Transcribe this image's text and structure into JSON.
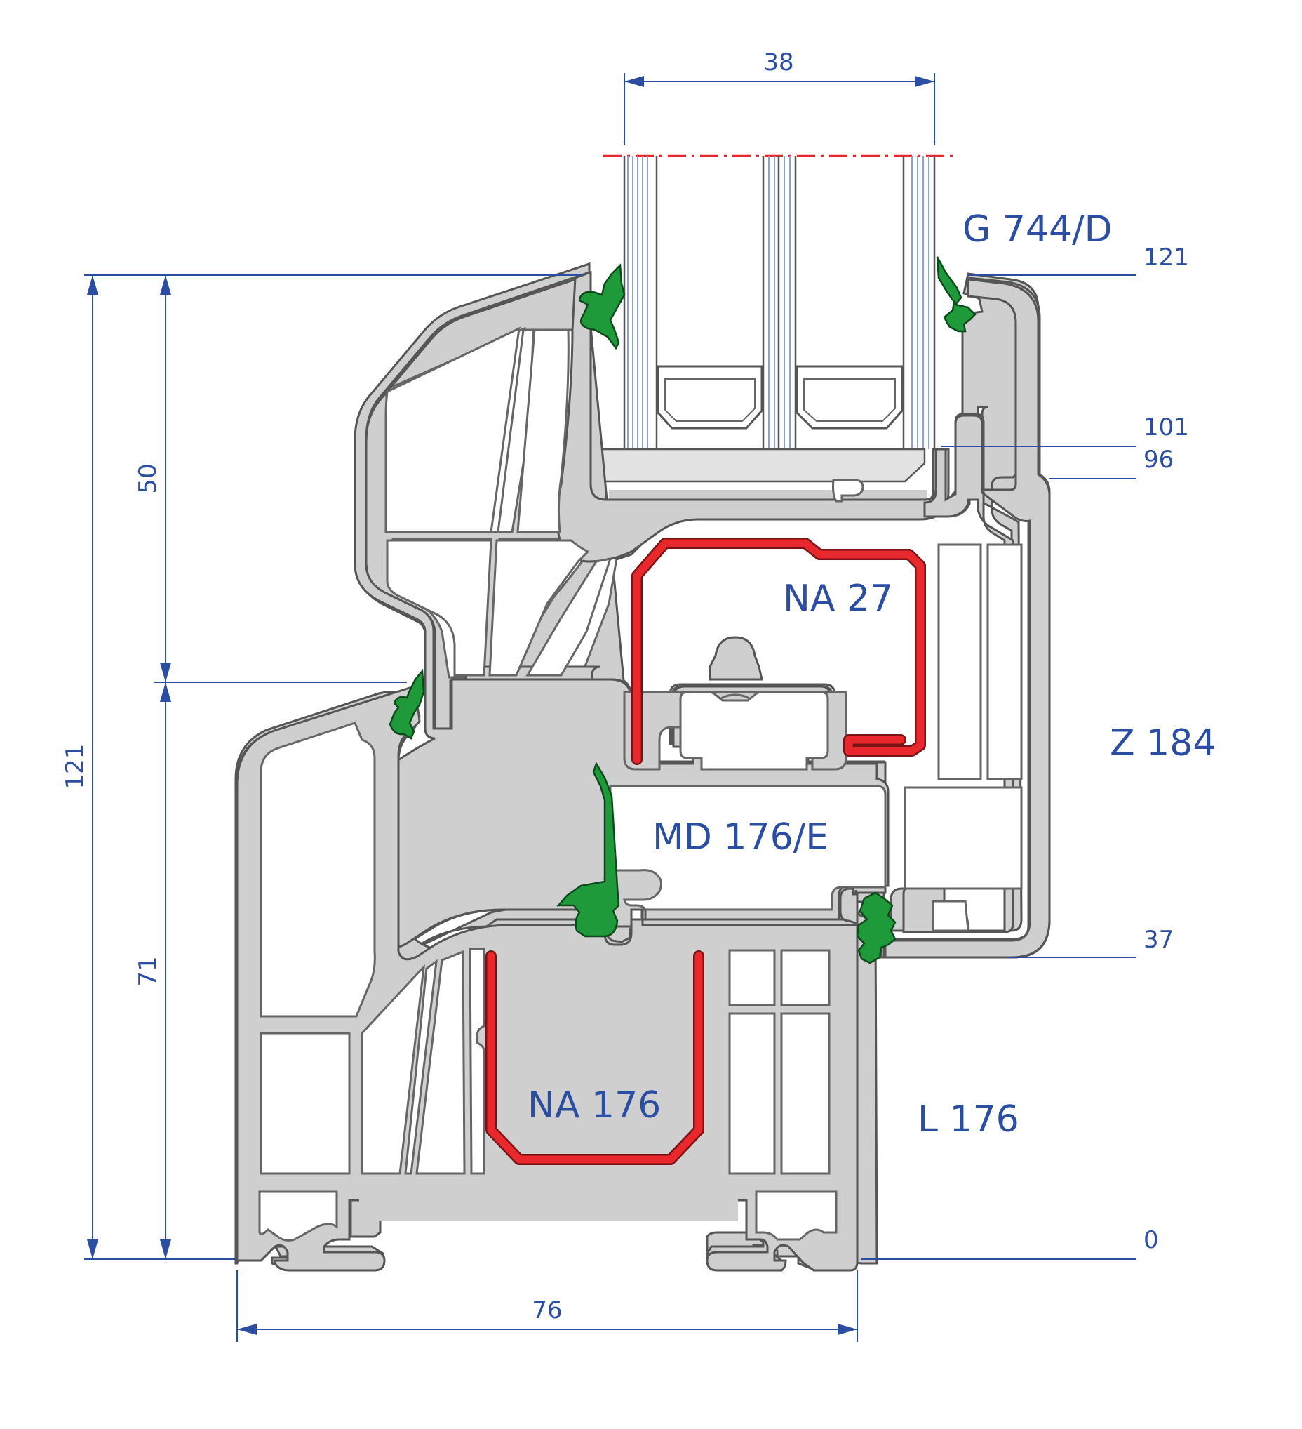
{
  "components": {
    "glazing": "G 744/D",
    "sash_reinforcement": "NA 27",
    "frame_outer": "Z 184",
    "sash_profile": "MD 176/E",
    "frame_reinforcement": "NA 176",
    "frame_profile": "L 176"
  },
  "dimensions": {
    "glazing_width": "38",
    "total_width": "76",
    "total_height": "121",
    "sash_height": "50",
    "frame_height": "71"
  },
  "levels": [
    "121",
    "101",
    "96",
    "37",
    "0"
  ],
  "colors": {
    "profile_fill": "#cfcfcf",
    "reinforcement": "#e8282c",
    "gasket": "#1f9a3a",
    "dimension": "#2b4ea2"
  }
}
